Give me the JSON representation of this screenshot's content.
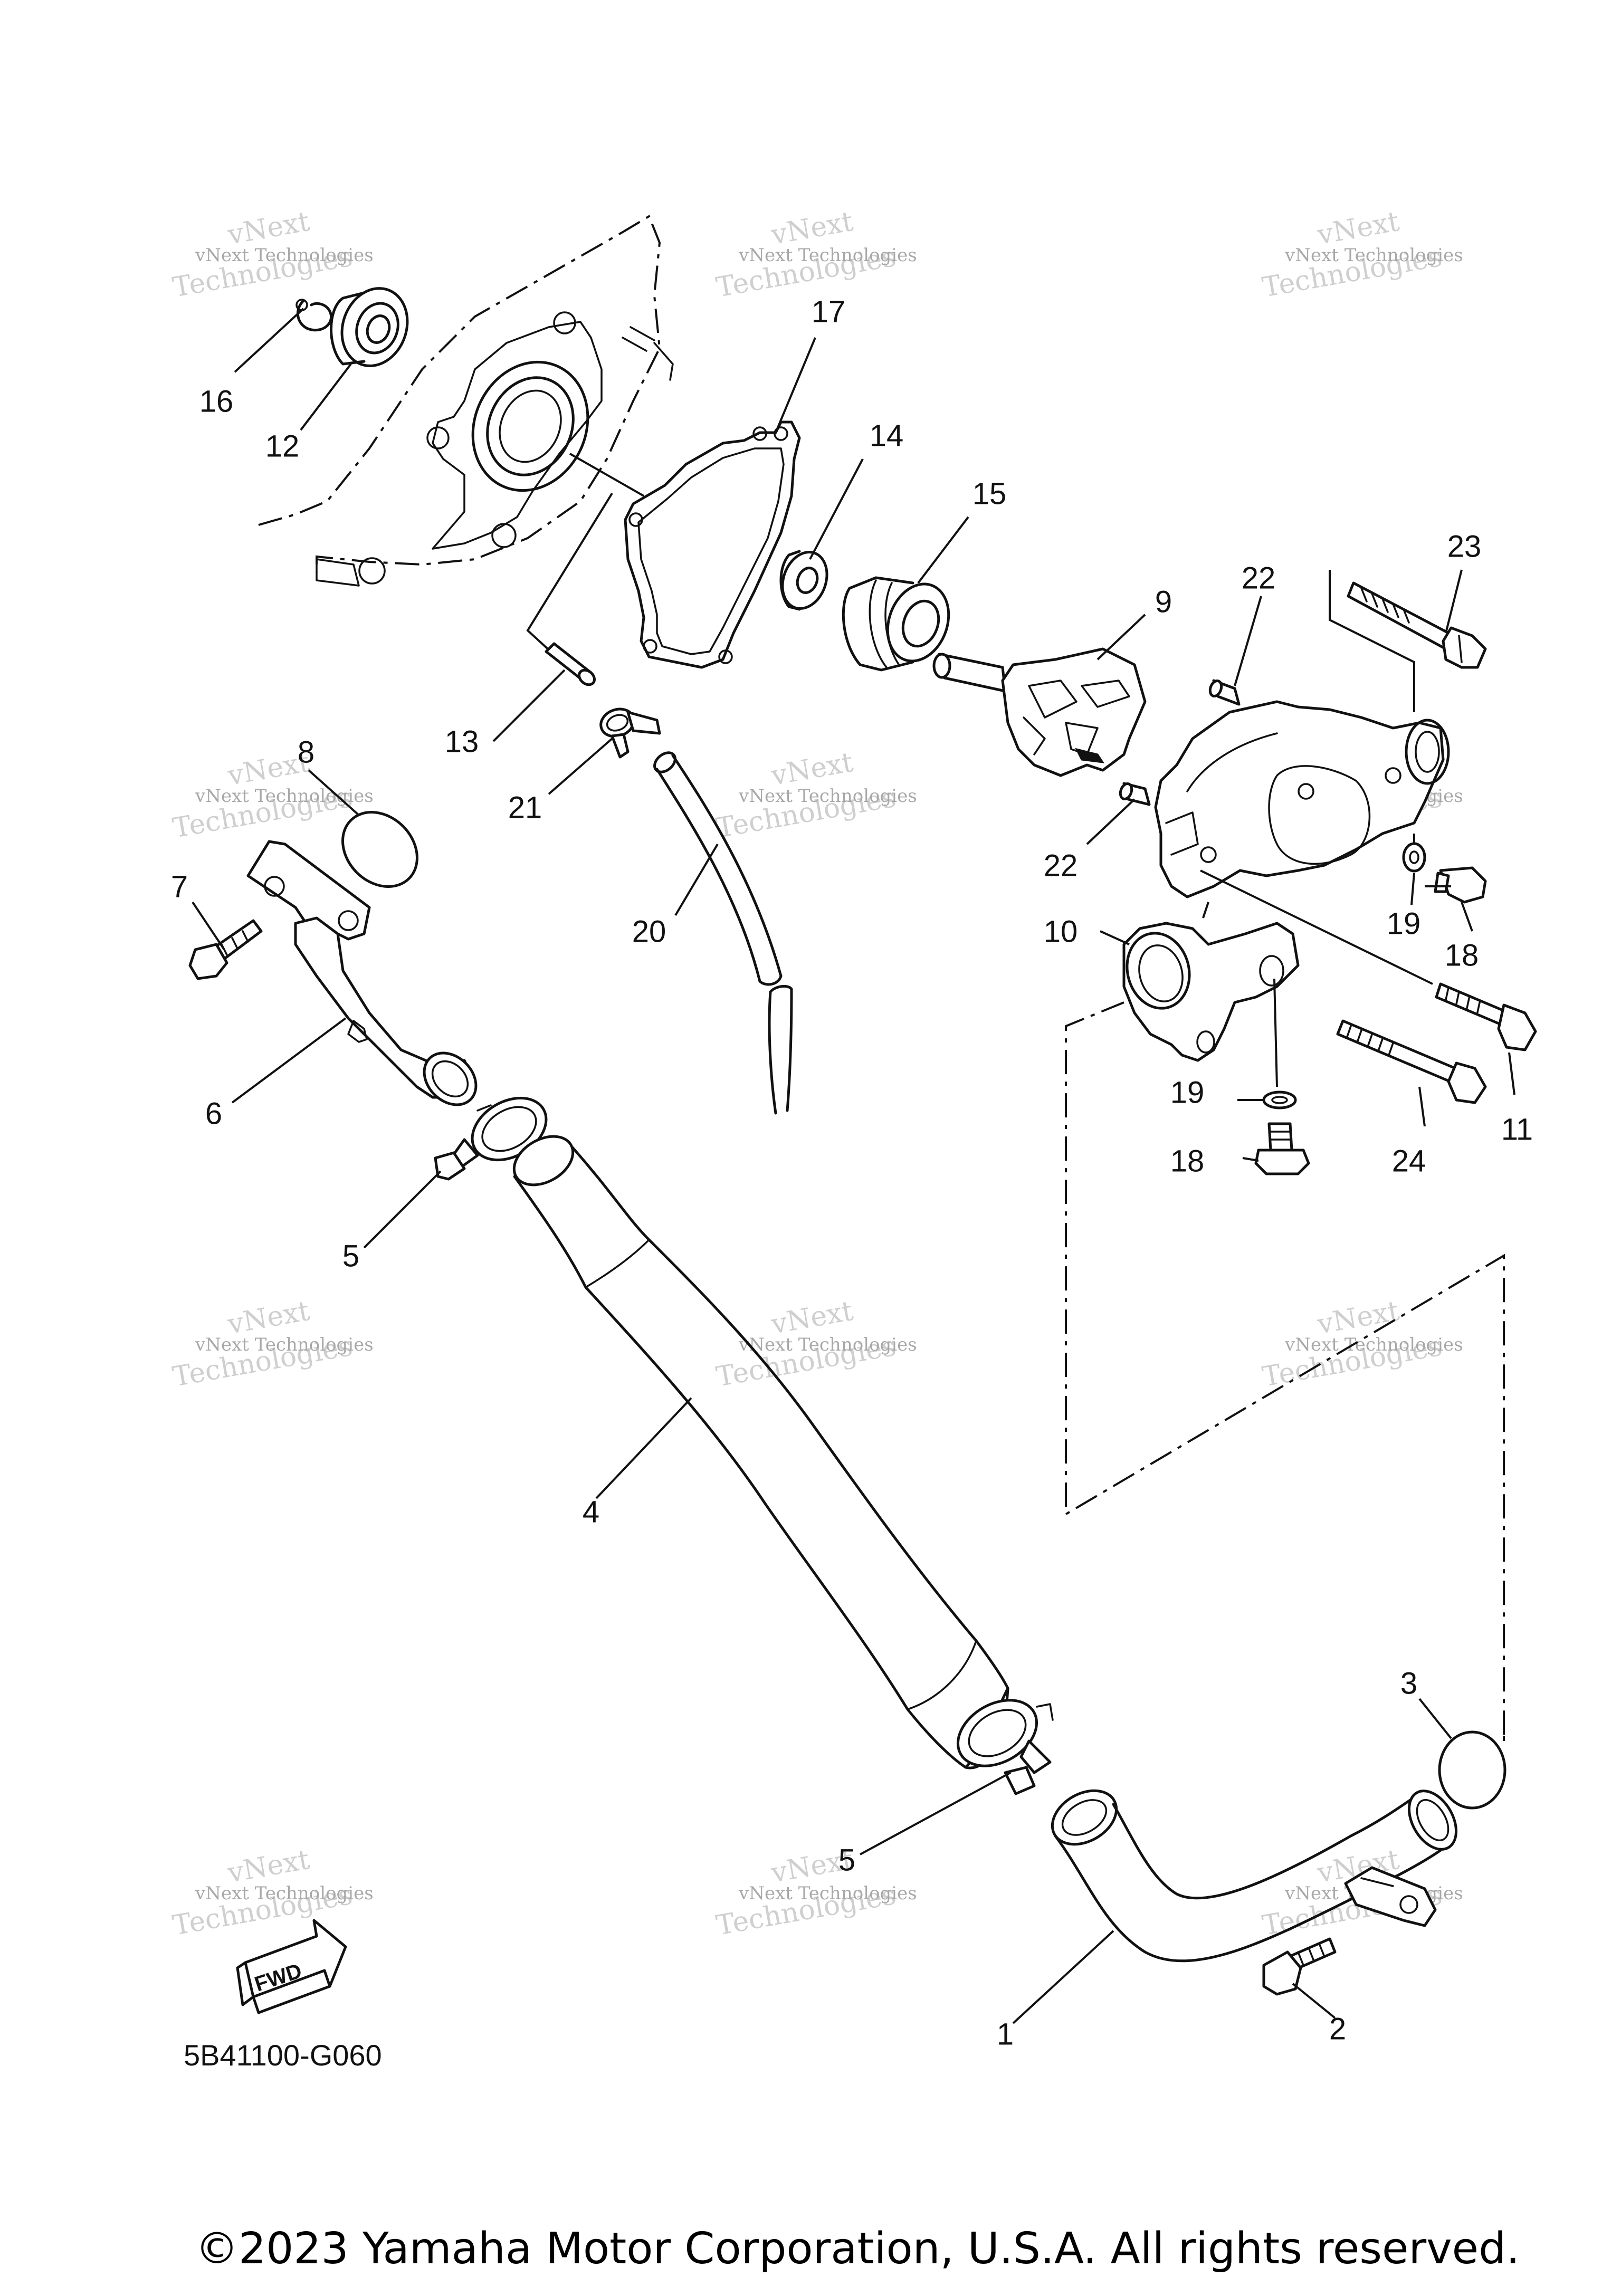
{
  "watermark": {
    "line1": "vNext Technologies",
    "line2": "Technologies",
    "line3": "vNext"
  },
  "callouts": [
    "1",
    "2",
    "3",
    "4",
    "5",
    "5",
    "6",
    "7",
    "8",
    "9",
    "10",
    "11",
    "12",
    "13",
    "14",
    "15",
    "16",
    "17",
    "18",
    "18",
    "19",
    "19",
    "20",
    "21",
    "22",
    "22",
    "23",
    "24"
  ],
  "fwd_badge": "FWD",
  "diagram_code": "5B41100-G060",
  "copyright": "©2023 Yamaha Motor Corporation, U.S.A. All rights reserved."
}
